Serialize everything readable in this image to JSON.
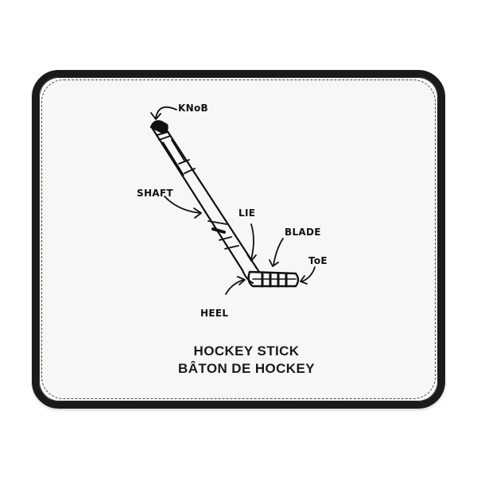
{
  "product": {
    "type": "mousepad",
    "border_color": "#1a1a1a",
    "surface_color": "#f7f7f6",
    "ink_color": "#111111"
  },
  "labels": {
    "knob": "KNoB",
    "shaft": "SHAFT",
    "lie": "LIE",
    "blade": "BLADE",
    "toe": "ToE",
    "heel": "HEEL"
  },
  "caption": {
    "english": "HOCKEY STICK",
    "french": "BÂTON DE HOCKEY"
  }
}
